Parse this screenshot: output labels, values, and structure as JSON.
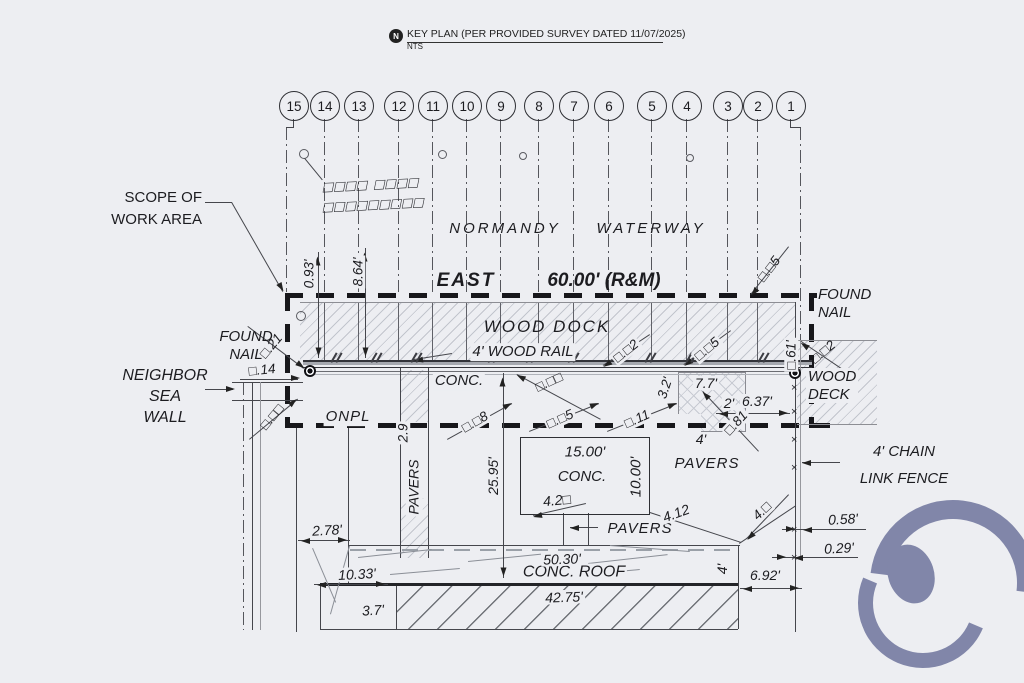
{
  "colors": {
    "background": "#edeef2",
    "line": "#2b2b30",
    "watermark": "#8186a9"
  },
  "header": {
    "title": "KEY PLAN (PER PROVIDED SURVEY DATED 11/07/2025)",
    "scale": "NTS",
    "north": "N"
  },
  "grid_bubbles": [
    "15",
    "14",
    "13",
    "12",
    "11",
    "10",
    "9",
    "8",
    "7",
    "6",
    "5",
    "4",
    "3",
    "2",
    "1"
  ],
  "icons": {
    "fence_mark": "×"
  },
  "labels": {
    "scope": "SCOPE OF\nWORK AREA",
    "normandy": "NORMANDY",
    "waterway": "WATERWAY",
    "east": "EAST",
    "east_value": "60.00' (R&M)",
    "wood_dock": "WOOD DOCK",
    "wood_rail": "4' WOOD RAIL",
    "conc_seawall": "CONC.",
    "onpl": "ONPL",
    "found_nail_left": "FOUND\nNAIL",
    "found_nail_right": "FOUND\nNAIL",
    "neighbor_sea_wall": "NEIGHBOR\nSEA\nWALL",
    "wood_deck": "WOOD\nDECK",
    "chain_link_fence": "4' CHAIN\nLINK FENCE",
    "pavers_square": "PAVERS",
    "pavers_strip": "PAVERS",
    "pavers_bottom": "PAVERS",
    "conc_pad": "CONC.",
    "conc_roof": "CONC. ROOF",
    "redacted_row1": "□□□□ □□□□",
    "redacted_row2": "□□□□□□□□□"
  },
  "dims": {
    "d093": "0.93'",
    "d864": "8.64'",
    "d005_topright": "□.□5",
    "d021": "□.21",
    "d014": "□.14",
    "d000_left": "□.□□",
    "d002_rail": "□.□2",
    "d000_center": "□.□□",
    "d008": "□.□8",
    "d005_center": "□.□5",
    "d011": "□.11",
    "d32": "3.2'",
    "d005_pavers": "□.□5",
    "d77": "7.7'",
    "d2": "2'",
    "d637": "6.37'",
    "d081": "□.81",
    "d4_pavers": "4'",
    "d061": "□.61'",
    "d002_right": "□.□2",
    "d1500": "15.00'",
    "d1000": "10.00'",
    "d420": "4.2□",
    "d29": "2.9",
    "d2595": "25.95'",
    "d412": "4.12",
    "d40": "4.□",
    "d058": "0.58'",
    "d029": "0.29'",
    "d278": "2.78'",
    "d1033": "10.33'",
    "d37": "3.7'",
    "d5030": "50.30'",
    "d4275": "42.75'",
    "d692": "6.92'",
    "d4_vert": "4'"
  }
}
